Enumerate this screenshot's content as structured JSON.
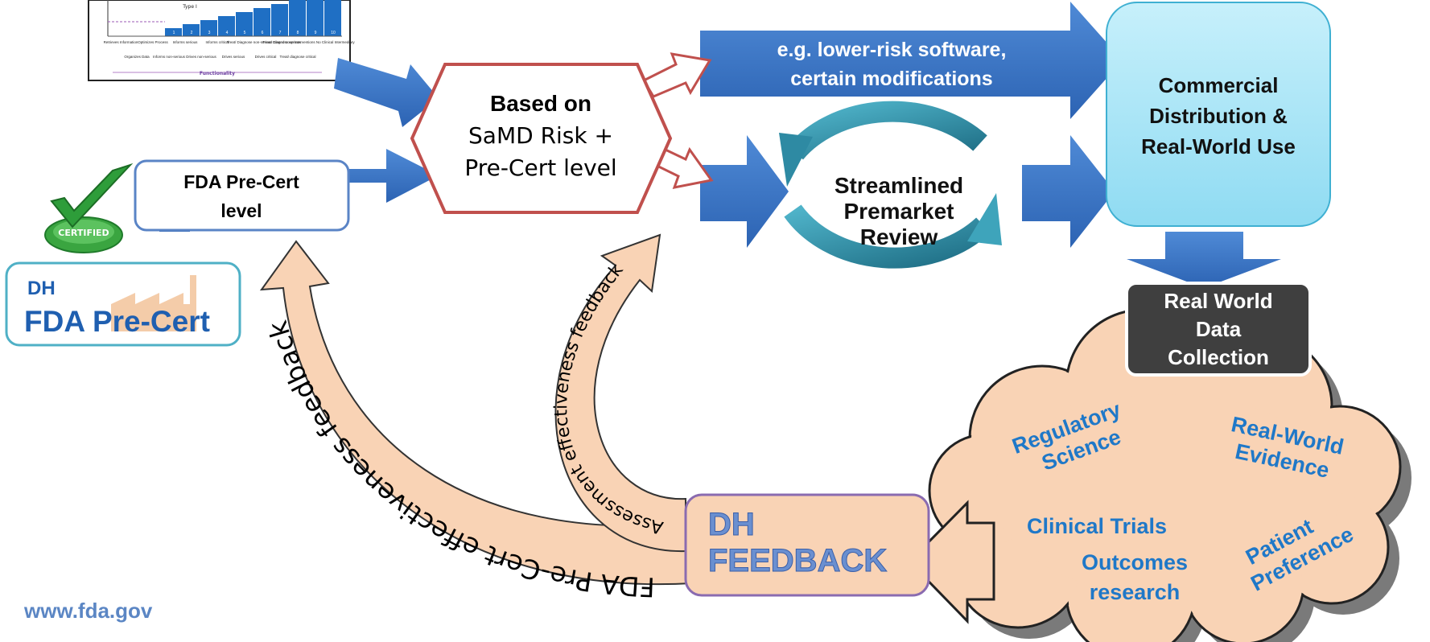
{
  "colors": {
    "blue_arrow": "#3a73c2",
    "peach": "#f9d3b5",
    "peach_border": "#e3a98a",
    "red_hex": "#c0504d",
    "teal": "#2e8aa3",
    "commercial_fill": "#a6e4f5",
    "dark_box": "#404040",
    "cloud_text": "#1f78c8",
    "dh_purple": "#8a6bb0"
  },
  "chart": {
    "type_label": "Type I",
    "bar_numbers": [
      "1",
      "2",
      "3",
      "4",
      "5",
      "6",
      "7",
      "8",
      "9",
      "10"
    ],
    "col_labels_top": [
      "Retrieves Information",
      "Optimizes Process",
      "Informs serious",
      "Informs critical",
      "Treat/ Diagnose non-serious",
      "Treat/ Diagnose serious",
      "Closed Loop Interventions No Clinical Intermediary"
    ],
    "col_labels_bottom": [
      "Organizes Data",
      "Informs non-serious",
      "Drives non-serious",
      "Drives serious",
      "Drives critical",
      "Treat/ diagnose critical"
    ],
    "axis_label": "Functionality"
  },
  "certified_text": "CERTIFIED",
  "precert_logo": {
    "top": "DH",
    "bottom": "FDA Pre-Cert"
  },
  "precert_level_box": "FDA Pre-Cert level",
  "hexagon": {
    "line1": "Based on",
    "line2": "SaMD Risk +",
    "line3": "Pre-Cert level"
  },
  "top_arrow": {
    "line1": "e.g. lower-risk software,",
    "line2": "certain modifications"
  },
  "review": {
    "line1": "Streamlined",
    "line2": "Premarket",
    "line3": "Review"
  },
  "commercial": {
    "line1": "Commercial",
    "line2": "Distribution &",
    "line3": "Real-World Use"
  },
  "rwd": {
    "line1": "Real World",
    "line2": "Data",
    "line3": "Collection"
  },
  "cloud": {
    "regulatory": {
      "line1": "Regulatory",
      "line2": "Science"
    },
    "rwe": {
      "line1": "Real-World",
      "line2": "Evidence"
    },
    "clinical": "Clinical Trials",
    "outcomes": {
      "line1": "Outcomes",
      "line2": "research"
    },
    "patient": {
      "line1": "Patient",
      "line2": "Preference"
    }
  },
  "feedback_box": {
    "line1": "DH",
    "line2": "FEEDBACK"
  },
  "assessment_arrow": "Assessment effectiveness feedback",
  "precert_arrow": "FDA Pre-Cert  effectiveness feedback",
  "website": "www.fda.gov"
}
